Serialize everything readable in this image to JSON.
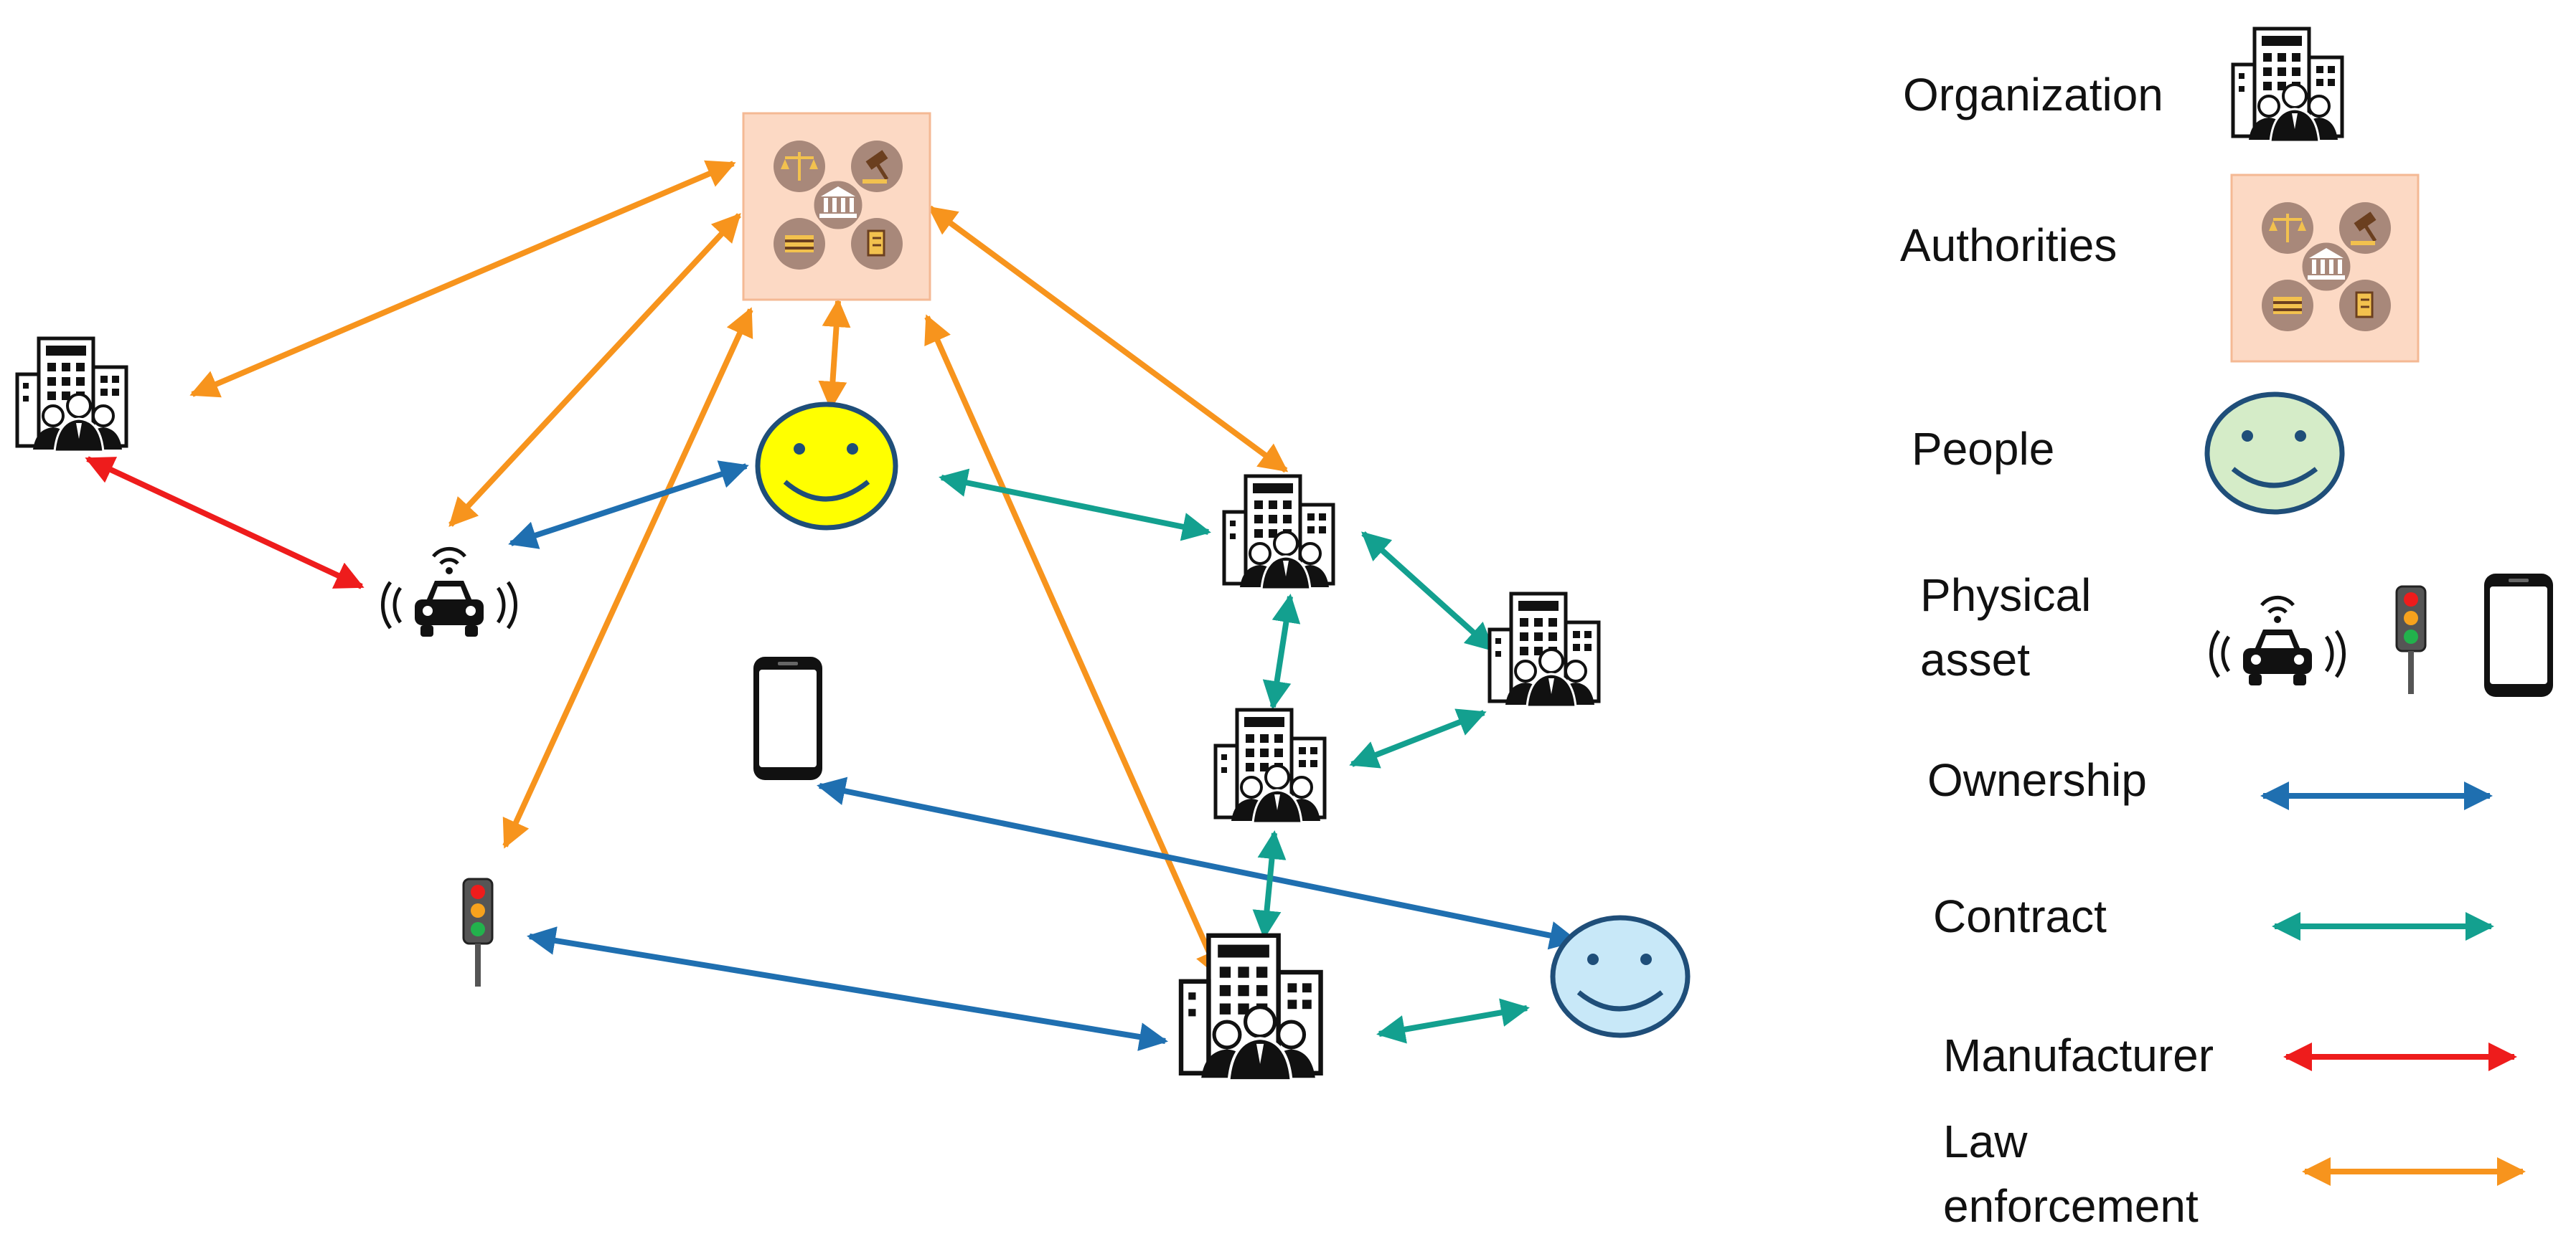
{
  "colors": {
    "ownership": "#1f6fb0",
    "contract": "#13a08f",
    "manufacturer": "#ee1c1c",
    "law_enforcement": "#f7941d",
    "authority_bg": "#fcd9c4",
    "authority_circle": "#a8887a",
    "people_yellow": "#ffff00",
    "people_green": "#d5ecc8",
    "people_blue": "#c8e8f8",
    "face_outline": "#1f4e79"
  },
  "icons": {
    "organization": "organization-building-people-icon",
    "authorities": "authorities-cluster-icon",
    "people": "smiley-face-icon",
    "car": "connected-car-icon",
    "traffic_light": "traffic-light-icon",
    "phone": "smartphone-icon"
  },
  "legend": {
    "organization": "Organization",
    "authorities": "Authorities",
    "people": "People",
    "physical_asset_line1": "Physical",
    "physical_asset_line2": "asset",
    "ownership": "Ownership",
    "contract": "Contract",
    "manufacturer": "Manufacturer",
    "law_enforcement_line1": "Law",
    "law_enforcement_line2": "enforcement"
  },
  "nodes": [
    {
      "id": "authorities",
      "type": "authorities"
    },
    {
      "id": "org_left",
      "type": "organization"
    },
    {
      "id": "car",
      "type": "physical_asset"
    },
    {
      "id": "person_yellow",
      "type": "people"
    },
    {
      "id": "org_mid_top",
      "type": "organization"
    },
    {
      "id": "org_right",
      "type": "organization"
    },
    {
      "id": "org_mid",
      "type": "organization"
    },
    {
      "id": "phone",
      "type": "physical_asset"
    },
    {
      "id": "traffic_light",
      "type": "physical_asset"
    },
    {
      "id": "org_bottom",
      "type": "organization"
    },
    {
      "id": "person_blue",
      "type": "people"
    }
  ],
  "edges": [
    {
      "from": "authorities",
      "to": "org_left",
      "relation": "law_enforcement"
    },
    {
      "from": "authorities",
      "to": "car",
      "relation": "law_enforcement"
    },
    {
      "from": "authorities",
      "to": "person_yellow",
      "relation": "law_enforcement"
    },
    {
      "from": "authorities",
      "to": "org_mid_top",
      "relation": "law_enforcement"
    },
    {
      "from": "authorities",
      "to": "traffic_light",
      "relation": "law_enforcement"
    },
    {
      "from": "authorities",
      "to": "org_bottom",
      "relation": "law_enforcement"
    },
    {
      "from": "org_left",
      "to": "car",
      "relation": "manufacturer"
    },
    {
      "from": "car",
      "to": "person_yellow",
      "relation": "ownership"
    },
    {
      "from": "person_yellow",
      "to": "org_mid_top",
      "relation": "contract"
    },
    {
      "from": "org_mid_top",
      "to": "org_right",
      "relation": "contract"
    },
    {
      "from": "org_mid_top",
      "to": "org_mid",
      "relation": "contract"
    },
    {
      "from": "org_right",
      "to": "org_mid",
      "relation": "contract"
    },
    {
      "from": "org_mid",
      "to": "org_bottom",
      "relation": "contract"
    },
    {
      "from": "phone",
      "to": "person_blue",
      "relation": "ownership"
    },
    {
      "from": "traffic_light",
      "to": "org_bottom",
      "relation": "ownership"
    },
    {
      "from": "org_bottom",
      "to": "person_blue",
      "relation": "contract"
    }
  ]
}
